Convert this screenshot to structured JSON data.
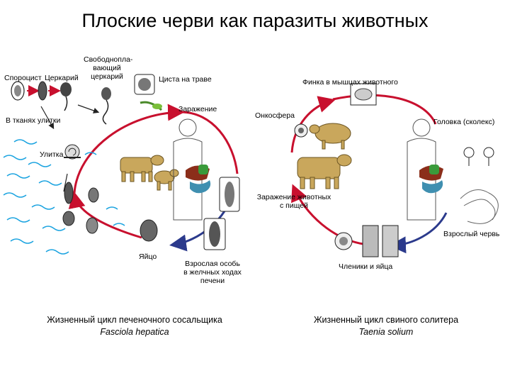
{
  "title": "Плоские черви как паразиты животных",
  "left_cycle": {
    "labels": {
      "sporocyst": "Спороцист",
      "cercaria": "Церкарий",
      "free_cercaria_1": "Свободнопла-",
      "free_cercaria_2": "вающий",
      "free_cercaria_3": "церкарий",
      "cyst_on_grass": "Циста на траве",
      "infection": "Заражение",
      "in_snail_tissue": "В тканях улитки",
      "snail": "Улитка",
      "egg": "Яйцо",
      "adult_1": "Взрослая особь",
      "adult_2": "в желчных ходах",
      "adult_3": "печени"
    },
    "caption": "Жизненный цикл печеночного сосальщика",
    "species": "Fasciola hepatica"
  },
  "right_cycle": {
    "labels": {
      "finna_in_muscle": "Финка в мышцах животного",
      "oncosphere": "Онкосфера",
      "head_scolex": "Головка (сколекс)",
      "animal_infection_1": "Заражение животных",
      "animal_infection_2": "с пищей",
      "adult_worm": "Взрослый червь",
      "segments_eggs": "Членики и яйца"
    },
    "caption": "Жизненный цикл свиного солитера",
    "species": "Taenia solium"
  },
  "colors": {
    "cycle_red": "#c8102e",
    "cycle_blue": "#2b3a8c",
    "water": "#1aa3e0",
    "animal": "#c9a75c",
    "liver": "#8b2e1a",
    "intestine": "#3f8fb0"
  }
}
